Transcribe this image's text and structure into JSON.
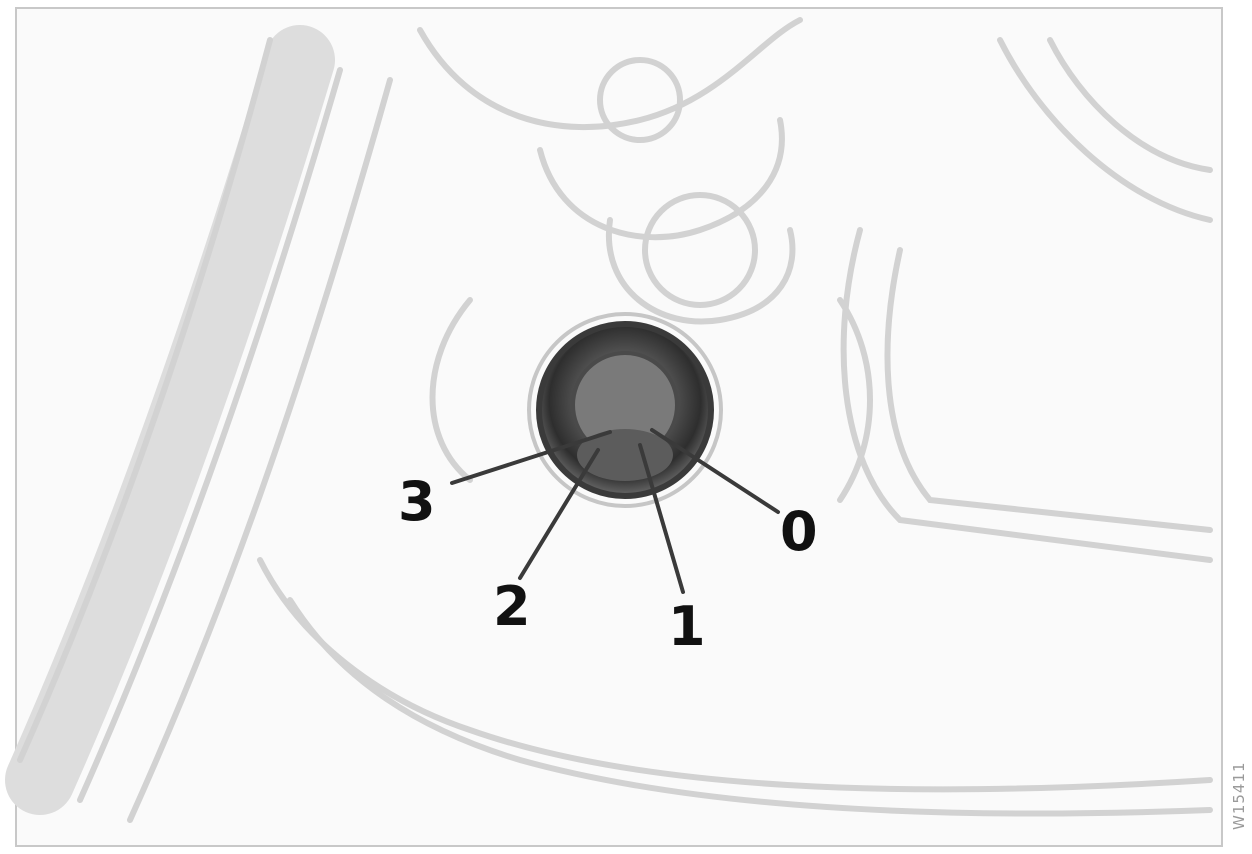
{
  "figure": {
    "callouts": [
      {
        "label": "3"
      },
      {
        "label": "2"
      },
      {
        "label": "1"
      },
      {
        "label": "0"
      }
    ],
    "side_code": "W15411"
  },
  "colors": {
    "line_art": "#d4d4d4",
    "line_art_dark": "#b9b9b9",
    "switch_dark": "#333333",
    "callout_text": "#111111"
  }
}
